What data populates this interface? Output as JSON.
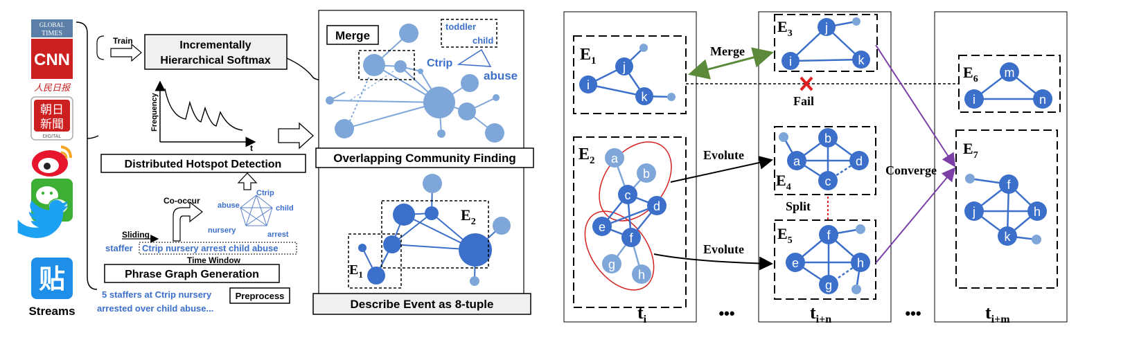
{
  "sources": {
    "label": "Streams",
    "logos": [
      {
        "name": "global-times",
        "text_top": "GLOBAL",
        "text_bottom": "TIMES",
        "color": "#5b7fa6"
      },
      {
        "name": "cnn",
        "text": "CNN",
        "color": "#cc1f1f"
      },
      {
        "name": "peoples-daily",
        "text": "人民日报",
        "color": "#cc1f1f"
      },
      {
        "name": "asahi-digital",
        "text_top": "朝日",
        "text_bottom": "新聞",
        "text_small": "DIGITAL",
        "color": "#cc1f1f"
      },
      {
        "name": "weibo",
        "color": "#e6162d"
      },
      {
        "name": "wechat",
        "color": "#3cb034"
      },
      {
        "name": "twitter",
        "color": "#1da1f2"
      },
      {
        "name": "tieba",
        "text": "贴",
        "color": "#1e8ee8"
      }
    ]
  },
  "pipeline": {
    "train_label": "Train",
    "softmax_line1": "Incrementally",
    "softmax_line2": "Hierarchical Softmax",
    "frequency_axis": "Frequency",
    "time_axis": "t",
    "hotspot": "Distributed Hotspot Detection",
    "cooccur": "Co-occur",
    "sliding": "Sliding",
    "time_window": "Time Window",
    "phrase_graph": "Phrase Graph Generation",
    "preprocess": "Preprocess",
    "sample_text_line1": "5 staffers at Ctrip nursery",
    "sample_text_line2": "arrested over child abuse...",
    "token_prefix": "staffer",
    "window_tokens": "Ctrip nursery arrest child abuse",
    "graph_words": [
      "Ctrip",
      "abuse",
      "child",
      "nursery",
      "arrest"
    ]
  },
  "community_panel": {
    "merge_label": "Merge",
    "words_top": [
      "toddler",
      "child"
    ],
    "words_side": [
      "Ctrip",
      "abuse"
    ],
    "title": "Overlapping Community Finding",
    "event1": "E",
    "event1_sub": "1",
    "event2": "E",
    "event2_sub": "2",
    "describe": "Describe Event as 8-tuple"
  },
  "evolution": {
    "columns": [
      {
        "label": "t",
        "sub": "i"
      },
      {
        "label": "t",
        "sub": "i+n"
      },
      {
        "label": "t",
        "sub": "i+m"
      }
    ],
    "ellipsis": "•••",
    "events": {
      "E1": {
        "label": "E",
        "sub": "1",
        "nodes": [
          "i",
          "j",
          "k"
        ]
      },
      "E2": {
        "label": "E",
        "sub": "2",
        "nodes": [
          "a",
          "b",
          "c",
          "d",
          "e",
          "f",
          "g",
          "h"
        ]
      },
      "E3": {
        "label": "E",
        "sub": "3",
        "nodes": [
          "j",
          "i",
          "k"
        ]
      },
      "E4": {
        "label": "E",
        "sub": "4",
        "nodes": [
          "b",
          "a",
          "d",
          "c"
        ]
      },
      "E5": {
        "label": "E",
        "sub": "5",
        "nodes": [
          "f",
          "e",
          "h",
          "g"
        ]
      },
      "E6": {
        "label": "E",
        "sub": "6",
        "nodes": [
          "m",
          "i",
          "n"
        ]
      },
      "E7": {
        "label": "E",
        "sub": "7",
        "nodes": [
          "f",
          "j",
          "h",
          "k"
        ]
      }
    },
    "labels": {
      "merge": "Merge",
      "fail": "Fail",
      "evolute1": "Evolute",
      "evolute2": "Evolute",
      "split": "Split",
      "converge": "Converge"
    },
    "colors": {
      "node": "#3b6fc9",
      "node_light": "#7fa6d8",
      "merge_arrow": "#5b8a3a",
      "converge_arrow": "#7b3fa6",
      "fail": "#e02020",
      "ellipse": "#d42020"
    }
  }
}
